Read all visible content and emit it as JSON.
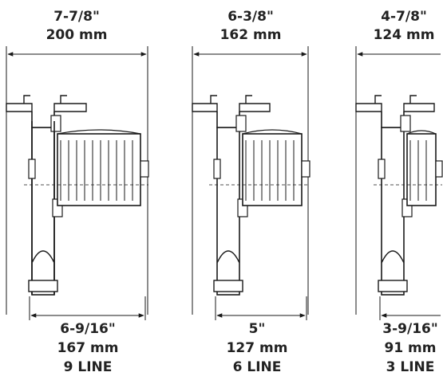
{
  "units": [
    {
      "top_dim": {
        "imperial": "7-7/8\"",
        "metric": "200 mm"
      },
      "bottom_dim": {
        "imperial": "6-9/16\"",
        "metric": "167 mm",
        "lines": "9 LINE"
      },
      "sheaves": 9
    },
    {
      "top_dim": {
        "imperial": "6-3/8\"",
        "metric": "162 mm"
      },
      "bottom_dim": {
        "imperial": "5\"",
        "metric": "127 mm",
        "lines": "6 LINE"
      },
      "sheaves": 6
    },
    {
      "top_dim": {
        "imperial": "4-7/8\"",
        "metric": "124 mm"
      },
      "bottom_dim": {
        "imperial": "3-9/16\"",
        "metric": "91 mm",
        "lines": "3 LINE"
      },
      "sheaves": 3
    }
  ],
  "colors": {
    "line": "#1a1a1a",
    "text": "#222222",
    "shade": "#e0e0e0"
  }
}
